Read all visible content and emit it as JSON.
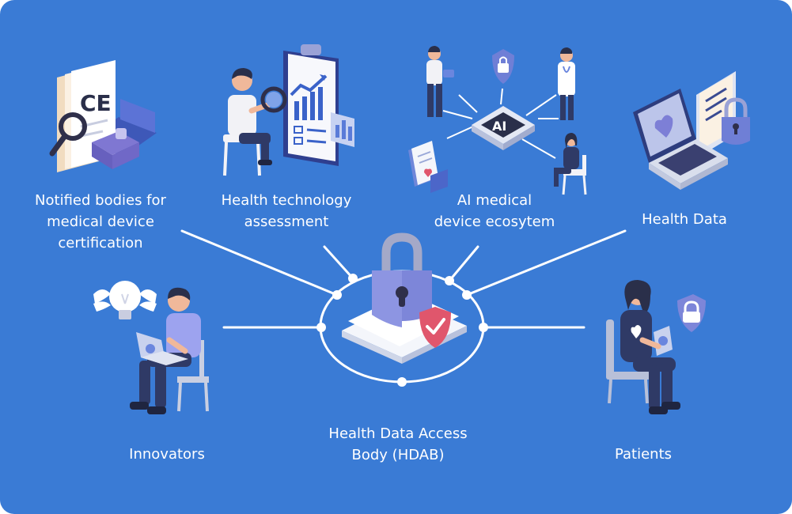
{
  "nodes": {
    "notified_bodies": [
      "Notified bodies for",
      "medical device",
      "certification"
    ],
    "hta": [
      "Health technology",
      "assessment"
    ],
    "ai_ecosystem": [
      "AI medical",
      "device ecosytem"
    ],
    "health_data": [
      "Health Data"
    ],
    "innovators": [
      "Innovators"
    ],
    "hdab": [
      "Health Data Access",
      "Body (HDAB)"
    ],
    "patients": [
      "Patients"
    ]
  },
  "icons": {
    "ce_mark": "CE",
    "ai_chip": "AI"
  },
  "colors": {
    "background": "#3a7bd5",
    "connector": "#ffffff",
    "lock_body": "#7d86d9",
    "shield": "#e0566c",
    "shirt_purple": "#9da3ef"
  }
}
